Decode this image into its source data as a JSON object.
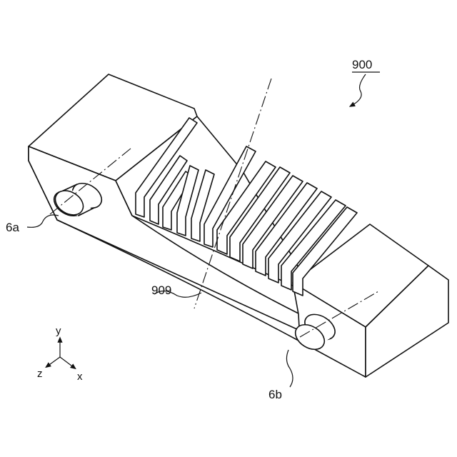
{
  "figure": {
    "ref_main": "900",
    "ref_block": "909",
    "ref_port_a": "6a",
    "ref_port_b": "6b"
  },
  "coords": {
    "y": "y",
    "z": "z",
    "x": "x"
  }
}
